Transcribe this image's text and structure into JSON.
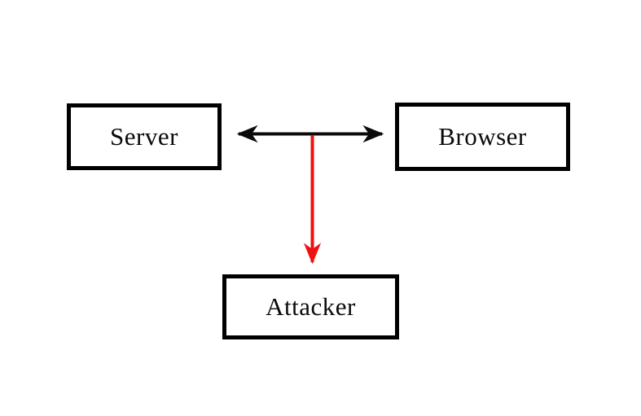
{
  "nodes": {
    "server": {
      "label": "Server"
    },
    "browser": {
      "label": "Browser"
    },
    "attacker": {
      "label": "Attacker"
    }
  },
  "edges": {
    "server_browser": {
      "from": "Server",
      "to": "Browser",
      "direction": "bidirectional",
      "color": "#0a0a0a"
    },
    "intercept": {
      "from": "Server-Browser link",
      "to": "Attacker",
      "direction": "down",
      "color": "#ee1111"
    }
  },
  "colors": {
    "background": "#ffffff",
    "node_border": "#000000",
    "text": "#0a0a0a"
  }
}
